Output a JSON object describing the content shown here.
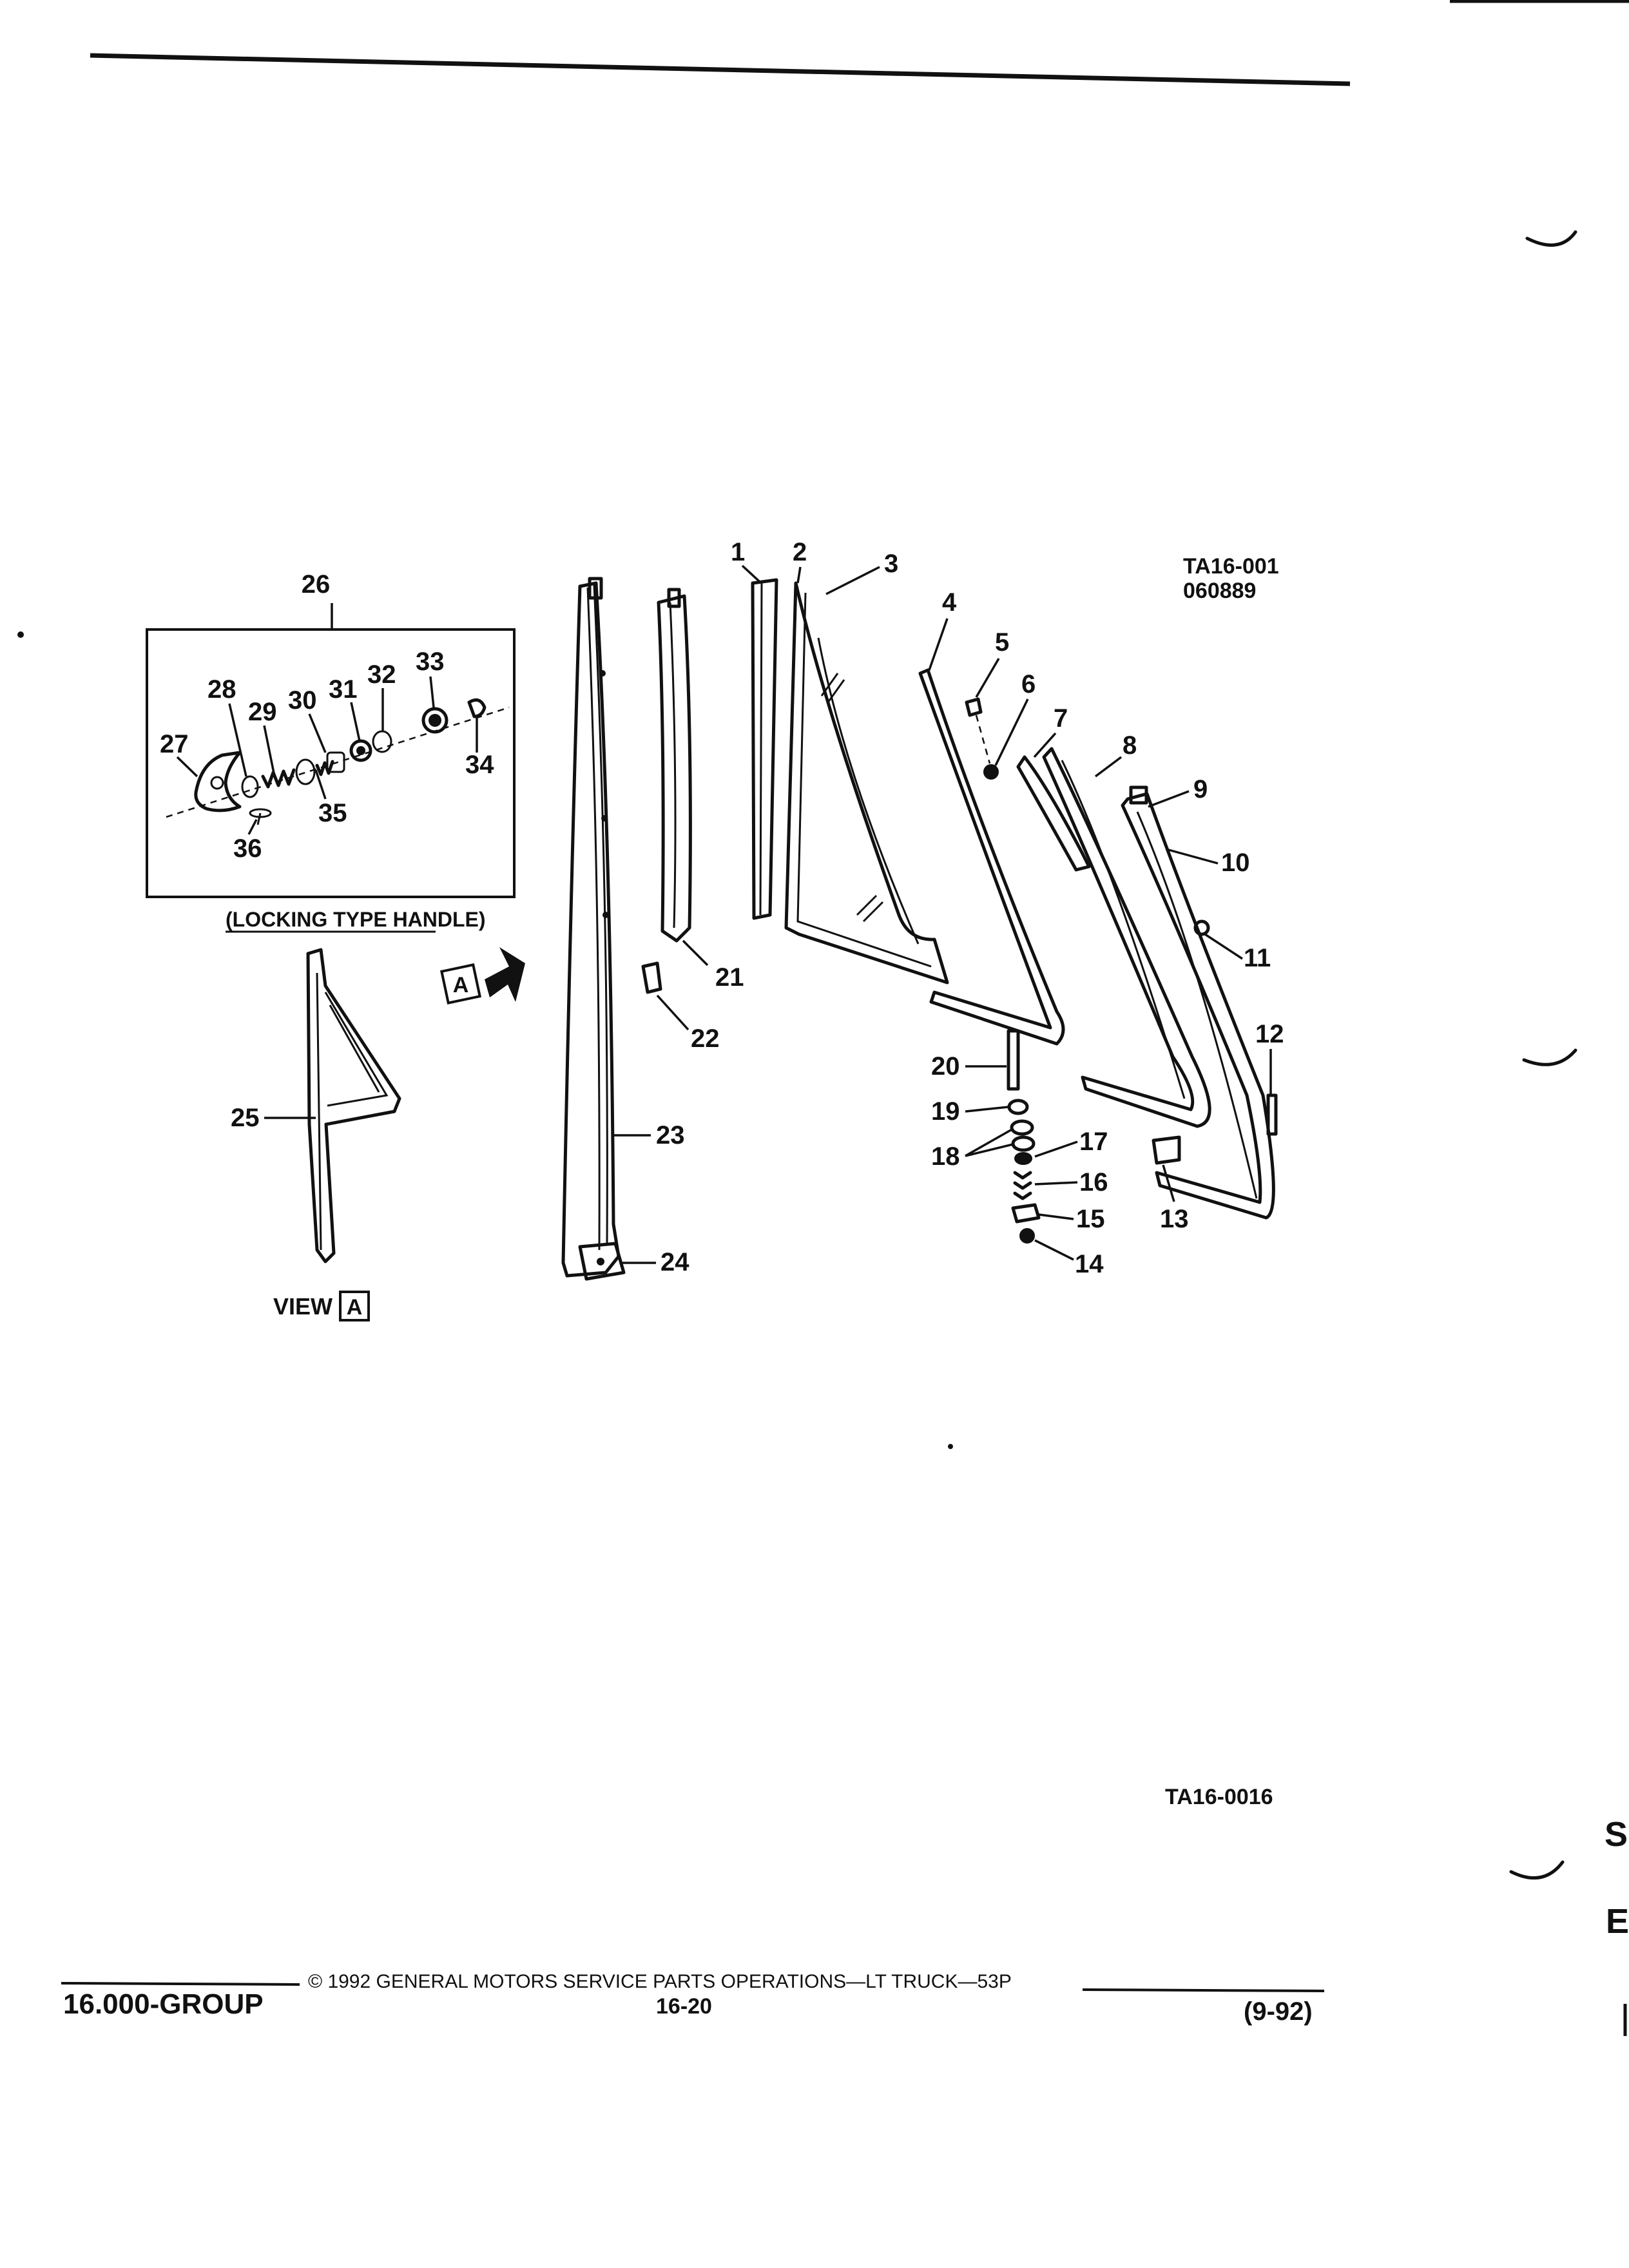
{
  "drawing_refs": {
    "primary": "TA16-001",
    "date_code": "060889",
    "secondary": "TA16-0016"
  },
  "inset": {
    "number": "26",
    "caption": "(LOCKING TYPE HANDLE)"
  },
  "view": {
    "label": "VIEW",
    "letter": "A"
  },
  "callouts": {
    "c1": "1",
    "c2": "2",
    "c3": "3",
    "c4": "4",
    "c5": "5",
    "c6": "6",
    "c7": "7",
    "c8": "8",
    "c9": "9",
    "c10": "10",
    "c11": "11",
    "c12": "12",
    "c13": "13",
    "c14": "14",
    "c15": "15",
    "c16": "16",
    "c17": "17",
    "c18": "18",
    "c19": "19",
    "c20": "20",
    "c21": "21",
    "c22": "22",
    "c23": "23",
    "c24": "24",
    "c25": "25",
    "c27": "27",
    "c28": "28",
    "c29": "29",
    "c30": "30",
    "c31": "31",
    "c32": "32",
    "c33": "33",
    "c34": "34",
    "c35": "35",
    "c36": "36"
  },
  "footer": {
    "group": "16.000-GROUP",
    "copyright": "© 1992 GENERAL MOTORS SERVICE PARTS OPERATIONS—LT TRUCK—53P",
    "page": "16-20",
    "revision": "(9-92)"
  },
  "edge_marks": {
    "m1": "S",
    "m2": "E"
  }
}
